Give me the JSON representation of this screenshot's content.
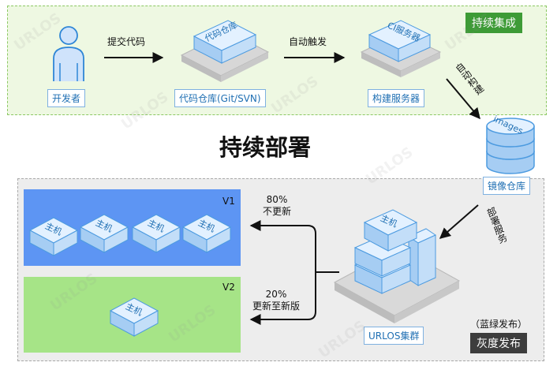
{
  "ci": {
    "title": "持续集成",
    "title_bg": "#3d9b36"
  },
  "cd": {
    "title": "持续部署",
    "gray_tag": "灰度发布",
    "gray_tag_bg": "#3d3d3d",
    "blue_green": "（蓝绿发布）"
  },
  "nodes": {
    "developer": "开发者",
    "repo": "代码仓库(Git/SVN)",
    "ci_server": "构建服务器",
    "image_repo": "镜像仓库",
    "cluster": "URLOS集群"
  },
  "box_labels": {
    "repo": "代码仓库",
    "ci_server": "CI服务器",
    "images": "images",
    "host": "主机"
  },
  "arrows": {
    "commit": "提交代码",
    "trigger": "自动触发",
    "auto_build": "自动构建",
    "deploy": "部署服务"
  },
  "versions": {
    "v1": {
      "label": "V1",
      "percent": "80%",
      "desc": "不更新",
      "hosts": 4
    },
    "v2": {
      "label": "V2",
      "percent": "20%",
      "desc": "更新至新版",
      "hosts": 1
    }
  },
  "watermark": "URLOS"
}
